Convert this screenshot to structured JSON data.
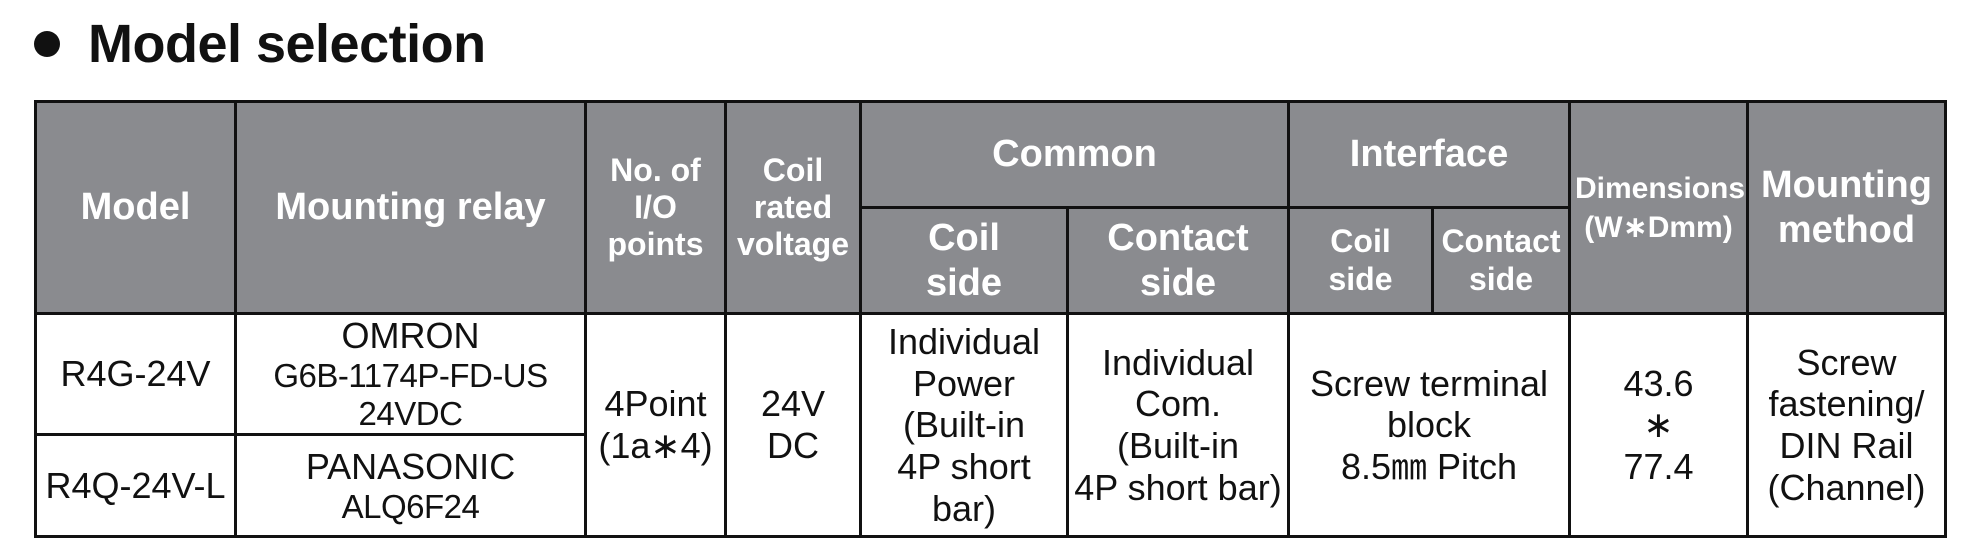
{
  "title": "Model selection",
  "table": {
    "headers": {
      "model": "Model",
      "mounting_relay": "Mounting relay",
      "io_points": "No. of\nI/O\npoints",
      "coil_voltage": "Coil\nrated\nvoltage",
      "common": "Common",
      "common_coil": "Coil\nside",
      "common_contact": "Contact\nside",
      "interface": "Interface",
      "interface_coil": "Coil\nside",
      "interface_contact": "Contact\nside",
      "dimensions": "Dimensions\n(W∗Dmm)",
      "mounting_method": "Mounting\nmethod"
    },
    "rows": [
      {
        "model": "R4G-24V",
        "relay_brand": "OMRON",
        "relay_part": "G6B-1174P-FD-US 24VDC"
      },
      {
        "model": "R4Q-24V-L",
        "relay_brand": "PANASONIC",
        "relay_part": "ALQ6F24"
      }
    ],
    "shared": {
      "io_points": "4Point\n(1a∗4)",
      "coil_voltage": "24V DC",
      "common_coil": "Individual\nPower\n(Built-in\n4P short bar)",
      "common_contact": "Individual\nCom.\n(Built-in\n4P short bar)",
      "interface": "Screw terminal\nblock\n8.5㎜ Pitch",
      "dimensions": "43.6\n∗\n77.4",
      "mounting_method": "Screw\nfastening/\nDIN Rail\n(Channel)"
    }
  }
}
